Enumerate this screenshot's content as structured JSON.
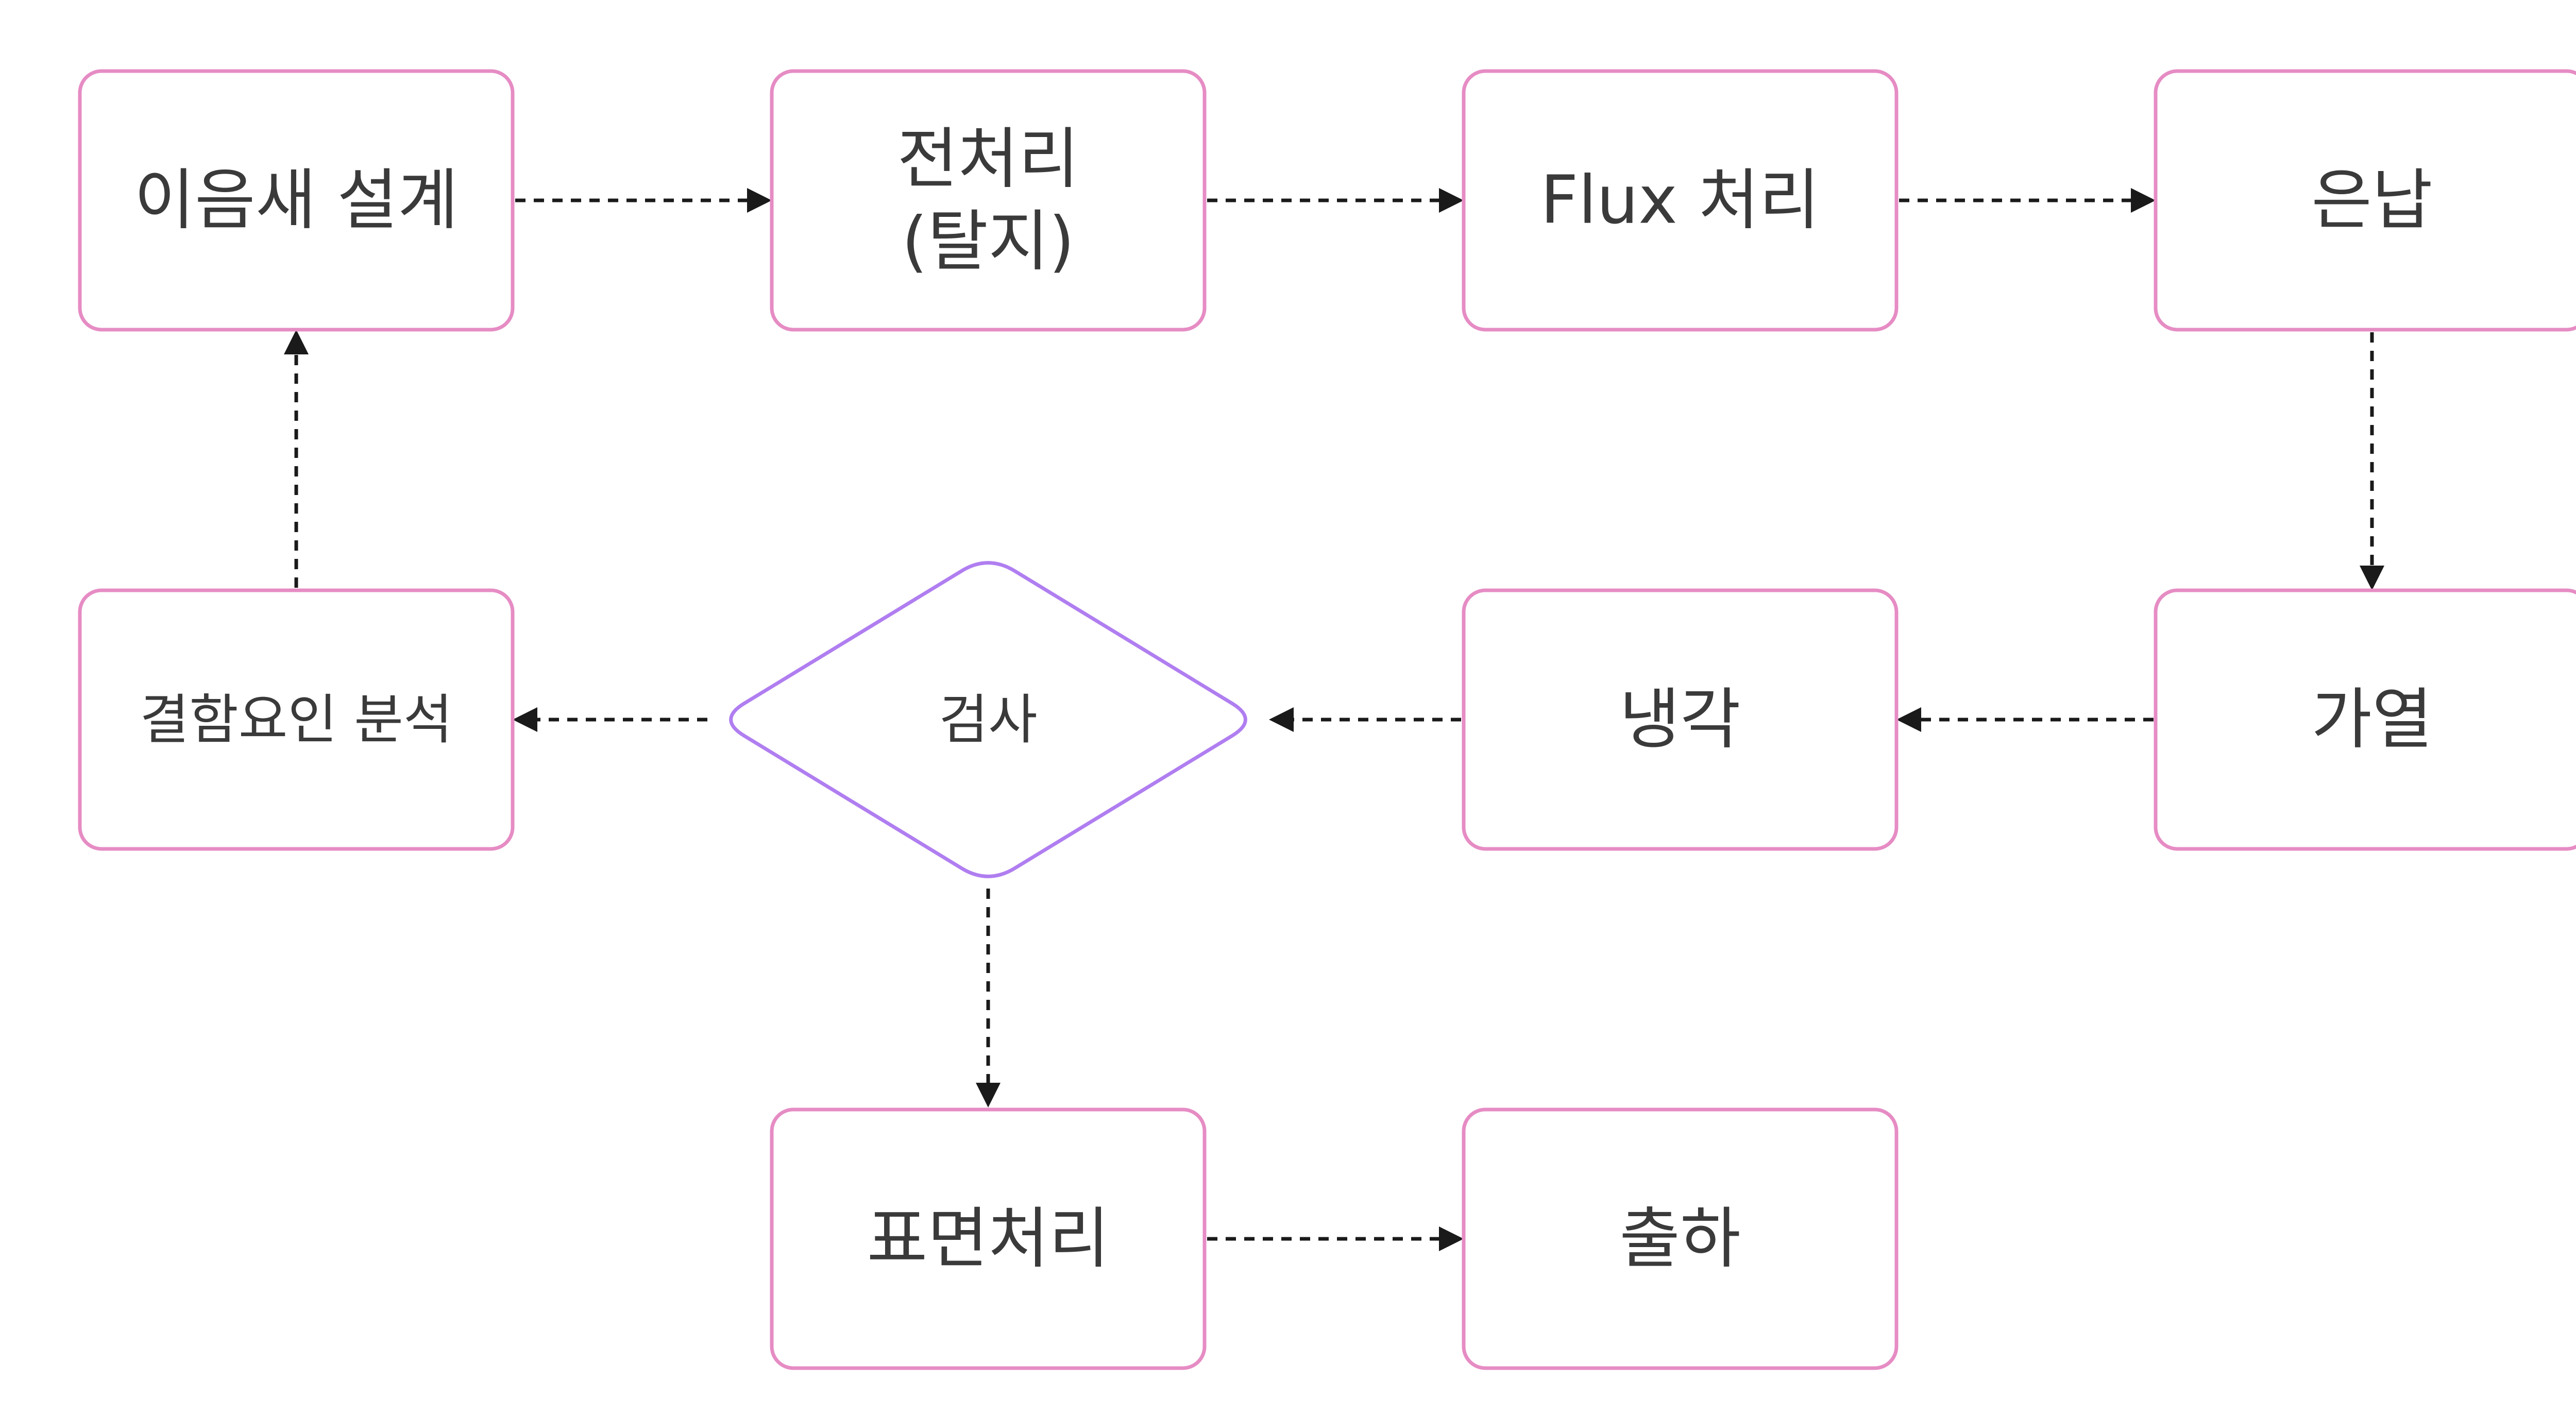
{
  "diagram": {
    "type": "flowchart",
    "colors": {
      "process_border": "#e68cc4",
      "decision_border": "#b07ef0",
      "edge": "#1a1a1a",
      "text": "#3a3a3a"
    },
    "nodes": [
      {
        "id": "design",
        "shape": "process",
        "label": "이음새 설계"
      },
      {
        "id": "pretreat",
        "shape": "process",
        "label": "전처리\n(탈지)"
      },
      {
        "id": "flux",
        "shape": "process",
        "label": "Flux 처리"
      },
      {
        "id": "braze",
        "shape": "process",
        "label": "은납"
      },
      {
        "id": "heat",
        "shape": "process",
        "label": "가열"
      },
      {
        "id": "cool",
        "shape": "process",
        "label": "냉각"
      },
      {
        "id": "inspect",
        "shape": "decision",
        "label": "검사"
      },
      {
        "id": "defect",
        "shape": "process",
        "label": "결함요인 분석"
      },
      {
        "id": "surface",
        "shape": "process",
        "label": "표면처리"
      },
      {
        "id": "ship",
        "shape": "process",
        "label": "출하"
      }
    ],
    "edges": [
      {
        "from": "design",
        "to": "pretreat",
        "style": "dashed"
      },
      {
        "from": "pretreat",
        "to": "flux",
        "style": "dashed"
      },
      {
        "from": "flux",
        "to": "braze",
        "style": "dashed"
      },
      {
        "from": "braze",
        "to": "heat",
        "style": "dashed"
      },
      {
        "from": "heat",
        "to": "cool",
        "style": "dashed"
      },
      {
        "from": "cool",
        "to": "inspect",
        "style": "dashed"
      },
      {
        "from": "inspect",
        "to": "defect",
        "style": "dashed"
      },
      {
        "from": "defect",
        "to": "design",
        "style": "dashed"
      },
      {
        "from": "inspect",
        "to": "surface",
        "style": "dashed"
      },
      {
        "from": "surface",
        "to": "ship",
        "style": "dashed"
      }
    ]
  }
}
